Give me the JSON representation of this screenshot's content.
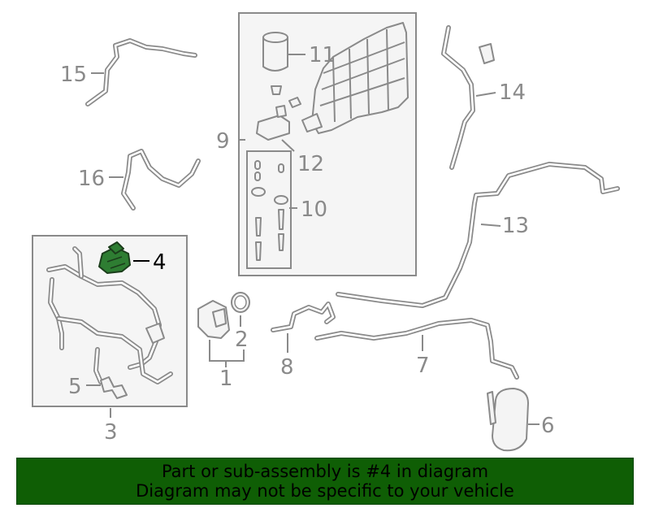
{
  "colors": {
    "line": "#8a8a8a",
    "highlight_part": "#2e7d32",
    "banner_bg": "#0f5e05",
    "banner_text": "#000000"
  },
  "callouts": {
    "c1": "1",
    "c2": "2",
    "c3": "3",
    "c4": "4",
    "c5": "5",
    "c6": "6",
    "c7": "7",
    "c8": "8",
    "c9": "9",
    "c10": "10",
    "c11": "11",
    "c12": "12",
    "c13": "13",
    "c14": "14",
    "c15": "15",
    "c16": "16"
  },
  "highlighted_part": "4",
  "banner": {
    "line1": "Part or sub-assembly is #4 in diagram",
    "line2": "Diagram may not be specific to your vehicle"
  }
}
